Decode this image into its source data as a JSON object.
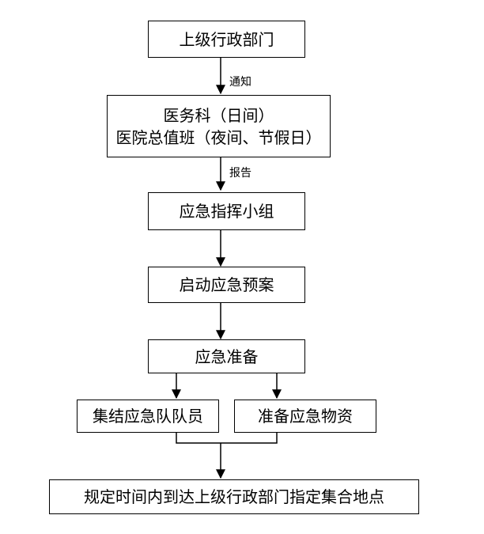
{
  "nodes": {
    "superior": "上级行政部门",
    "medical_line1": "医务科（日间）",
    "medical_line2": "医院总值班（夜间、节假日）",
    "command_group": "应急指挥小组",
    "start_plan": "启动应急预案",
    "prepare": "应急准备",
    "assemble_team": "集结应急队队员",
    "prepare_supplies": "准备应急物资",
    "arrive": "规定时间内到达上级行政部门指定集合地点"
  },
  "edges": {
    "notify": "通知",
    "report": "报告"
  }
}
